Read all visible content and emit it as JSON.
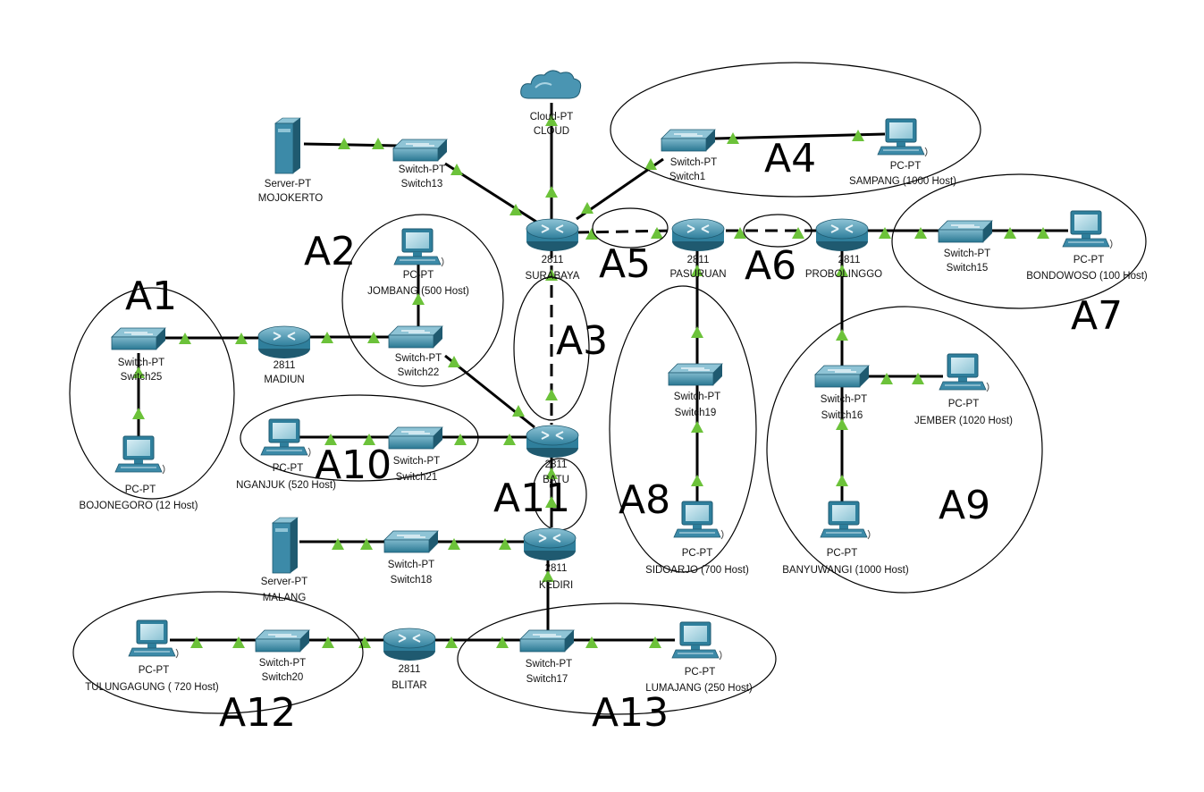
{
  "devices": {
    "cloud": {
      "type": "Cloud-PT",
      "name": "CLOUD"
    },
    "mojokerto": {
      "type": "Server-PT",
      "name": "MOJOKERTO"
    },
    "switch13": {
      "type": "Switch-PT",
      "name": "Switch13"
    },
    "surabaya": {
      "model": "2811",
      "name": "SURABAYA"
    },
    "switch1": {
      "type": "Switch-PT",
      "name": "Switch1"
    },
    "sampang": {
      "type": "PC-PT",
      "name": "SAMPANG (1000 Host)"
    },
    "pasuruan": {
      "model": "2811",
      "name": "PASURUAN"
    },
    "probolinggo": {
      "model": "2811",
      "name": "PROBOLINGGO"
    },
    "switch15": {
      "type": "Switch-PT",
      "name": "Switch15"
    },
    "bondowoso": {
      "type": "PC-PT",
      "name": "BONDOWOSO (100 Host)"
    },
    "jombang": {
      "type": "PC-PT",
      "name": "JOMBANG (500 Host)"
    },
    "switch22": {
      "type": "Switch-PT",
      "name": "Switch22"
    },
    "madiun": {
      "model": "2811",
      "name": "MADIUN"
    },
    "switch25": {
      "type": "Switch-PT",
      "name": "Switch25"
    },
    "bojonegoro": {
      "type": "PC-PT",
      "name": "BOJONEGORO (12 Host)"
    },
    "nganjuk": {
      "type": "PC-PT",
      "name": "NGANJUK (520 Host)"
    },
    "switch21": {
      "type": "Switch-PT",
      "name": "Switch21"
    },
    "batu": {
      "model": "2811",
      "name": "BATU"
    },
    "switch19": {
      "type": "Switch-PT",
      "name": "Switch19"
    },
    "sidoarjo": {
      "type": "PC-PT",
      "name": "SIDOARJO (700 Host)"
    },
    "switch16": {
      "type": "Switch-PT",
      "name": "Switch16"
    },
    "jember": {
      "type": "PC-PT",
      "name": "JEMBER (1020 Host)"
    },
    "banyuwangi": {
      "type": "PC-PT",
      "name": "BANYUWANGI (1000 Host)"
    },
    "malang": {
      "type": "Server-PT",
      "name": "MALANG"
    },
    "switch18": {
      "type": "Switch-PT",
      "name": "Switch18"
    },
    "kediri": {
      "model": "2811",
      "name": "KEDIRI"
    },
    "tulungagung": {
      "type": "PC-PT",
      "name": "TULUNGAGUNG ( 720 Host)"
    },
    "switch20": {
      "type": "Switch-PT",
      "name": "Switch20"
    },
    "blitar": {
      "model": "2811",
      "name": "BLITAR"
    },
    "switch17": {
      "type": "Switch-PT",
      "name": "Switch17"
    },
    "lumajang": {
      "type": "PC-PT",
      "name": "LUMAJANG (250 Host)"
    }
  },
  "areas": {
    "a1": "A1",
    "a2": "A2",
    "a3": "A3",
    "a4": "A4",
    "a5": "A5",
    "a6": "A6",
    "a7": "A7",
    "a8": "A8",
    "a9": "A9",
    "a10": "A10",
    "a11": "A11",
    "a12": "A12",
    "a13": "A13"
  },
  "colors": {
    "device": "#3c8aa8",
    "device_dark": "#1f5a70",
    "link_indicator": "#6cc23a",
    "link": "#000000"
  }
}
